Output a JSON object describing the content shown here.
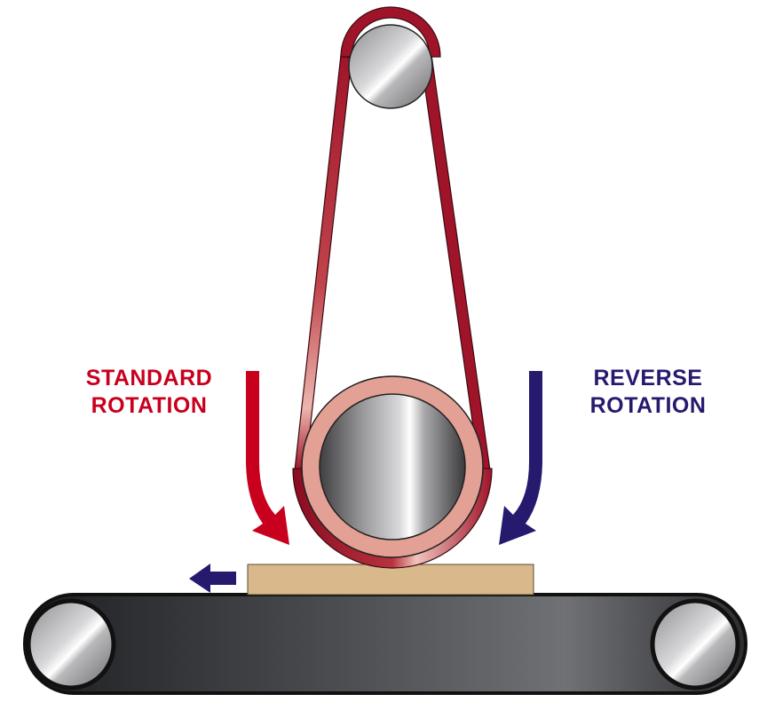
{
  "labels": {
    "standard": {
      "line1": "STANDARD",
      "line2": "ROTATION"
    },
    "reverse": {
      "line1": "REVERSE",
      "line2": "ROTATION"
    }
  },
  "components": {
    "top_pulley": "top-pulley",
    "belt": "sanding-belt",
    "contact_wheel": "contact-wheel",
    "workpiece": "workpiece",
    "conveyor": "conveyor-belt",
    "feed_direction": "left"
  },
  "colors": {
    "standard": "#c8001e",
    "reverse": "#251a6e",
    "belt": "#a0142a",
    "belt_light": "#e9a8a0",
    "wheel_ring": "#e3a195",
    "workpiece": "#d9b88c",
    "conveyor_dark": "#2a2b2e",
    "conveyor_light": "#6e6f73"
  }
}
